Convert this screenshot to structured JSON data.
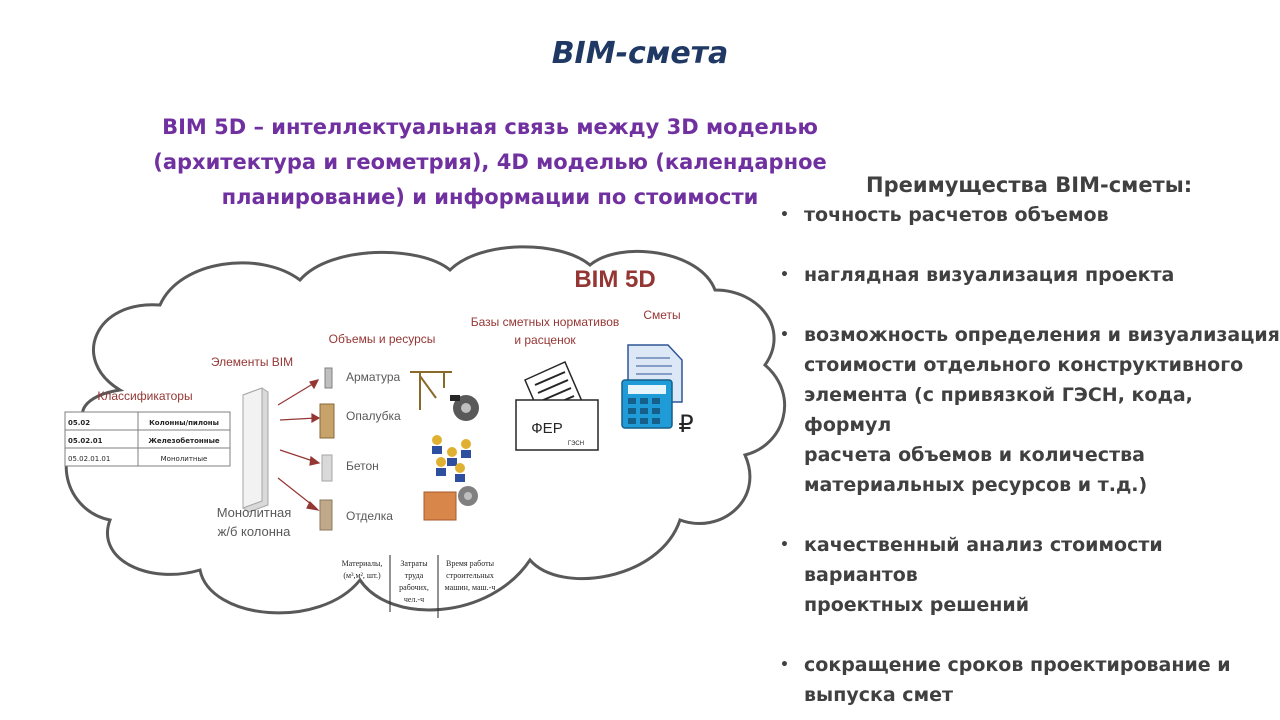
{
  "slide": {
    "title": "BIM-смета",
    "subtitle": "BIM 5D – интеллектуальная связь между 3D моделью (архитектура и геометрия),  4D моделью (календарное планирование) и информации  по стоимости"
  },
  "diagram": {
    "bim5d_label": "BIM 5D",
    "classifiers": {
      "label": "Классификаторы",
      "rows": [
        {
          "code": "05.02",
          "name": "Колонны/пилоны"
        },
        {
          "code": "05.02.01",
          "name": "Железобетонные"
        },
        {
          "code": "05.02.01.01",
          "name": "Монолитные"
        }
      ]
    },
    "bim_elements": {
      "label": "Элементы BIM",
      "caption_line1": "Монолитная",
      "caption_line2": "ж/б колонна"
    },
    "volumes": {
      "label": "Объемы и ресурсы",
      "items": [
        "Арматура",
        "Опалубка",
        "Бетон",
        "Отделка"
      ],
      "columns": [
        {
          "line1": "Материалы,",
          "line2": "(м³,м², шт.)",
          "line3": ""
        },
        {
          "line1": "Затраты",
          "line2": "труда",
          "line3": "рабочих,",
          "line4": "чел.-ч"
        },
        {
          "line1": "Время работы",
          "line2": "строительных",
          "line3": "машин, маш.-ч"
        }
      ]
    },
    "norms": {
      "label_line1": "Базы сметных нормативов",
      "label_line2": "и расценок",
      "fer": "ФЕР",
      "gesn": "ГЭСН"
    },
    "estimates": {
      "label": "Сметы",
      "currency": "₽"
    }
  },
  "advantages": {
    "heading": "Преимущества BIM-сметы:",
    "bullet": "•",
    "items": [
      {
        "line1": "точность расчетов объемов"
      },
      {
        "line1": "наглядная визуализация проекта"
      },
      {
        "line1": "возможность определения и визуализация",
        "line2": "стоимости отдельного конструктивного",
        "line3": "элемента (с привязкой ГЭСН, кода, формул",
        "line4": "расчета объемов и количества",
        "line5": "материальных ресурсов и т.д.)"
      },
      {
        "line1": "качественный анализ стоимости вариантов",
        "line2": "проектных решений"
      },
      {
        "line1": "сокращение сроков проектирование и",
        "line2": "выпуска смет"
      }
    ]
  },
  "colors": {
    "title": "#1f3864",
    "subtitle": "#7030a0",
    "text": "#404040",
    "diagram_label": "#943634"
  }
}
